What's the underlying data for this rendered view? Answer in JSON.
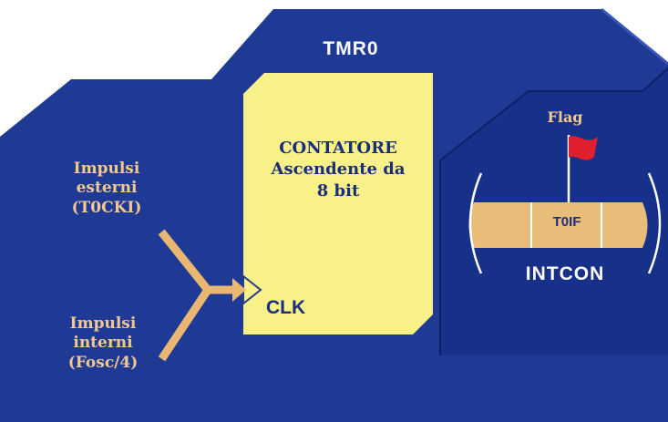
{
  "tmr0": {
    "title": "TMR0"
  },
  "counter": {
    "lines": [
      "CONTATORE",
      "Ascendente da",
      "8 bit"
    ],
    "clk_label": "CLK"
  },
  "inputs": {
    "external": [
      "Impulsi",
      "esterni",
      "(T0CKI)"
    ],
    "internal": [
      "Impulsi",
      "interni",
      "(Fosc/4)"
    ]
  },
  "intcon": {
    "title": "INTCON",
    "flag_label": "Flag",
    "bit_label": "T0IF"
  },
  "colors": {
    "background": "#ffffff",
    "panel": "#1f3a94",
    "panel_dark": "#142a78",
    "counter_fill": "#f8f18a",
    "register_fill": "#e8bd7a",
    "wire": "#e9b772",
    "flag": "#e0202e",
    "text_light": "#f3c890",
    "text_white": "#ffffff"
  }
}
